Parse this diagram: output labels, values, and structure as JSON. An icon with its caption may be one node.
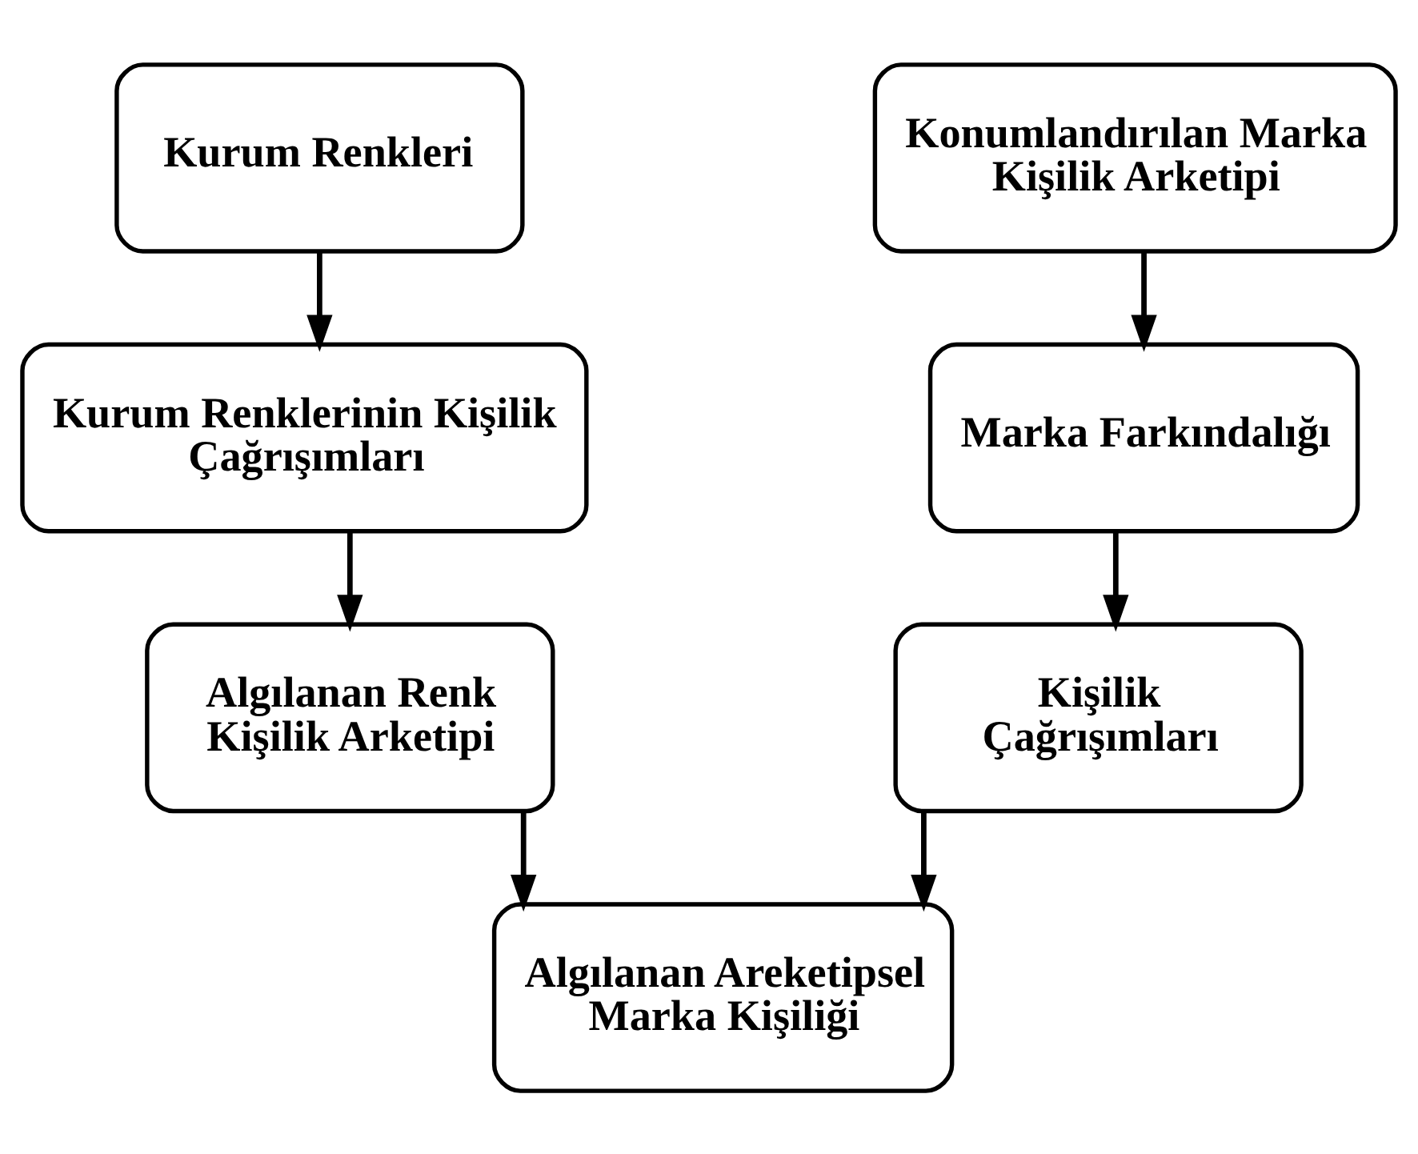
{
  "diagram": {
    "nodes": [
      {
        "text": [
          "Kurum Renkleri"
        ]
      },
      {
        "text": [
          "Konumlandırılan Marka Kişilik Arketipi"
        ]
      },
      {
        "text": [
          "Kurum Renklerinin Kişilik Çağrışımları"
        ]
      },
      {
        "text": [
          "Marka Farkındalığı"
        ]
      },
      {
        "text": [
          "Algılanan Renk Kişilik Arketipi"
        ]
      },
      {
        "text": [
          "Kişilik Çağrışımları"
        ]
      },
      {
        "text": [
          "Algılanan Areketipsel Marka Kişiliği"
        ]
      }
    ],
    "edges": [
      {
        "from": 0,
        "to": 2,
        "arrow": "to"
      },
      {
        "from": 2,
        "to": 4,
        "arrow": "to"
      },
      {
        "from": 1,
        "to": 3,
        "arrow": "to"
      },
      {
        "from": 3,
        "to": 5,
        "arrow": "to"
      },
      {
        "from": 4,
        "to": 6,
        "arrow": "to"
      },
      {
        "from": 5,
        "to": 6,
        "arrow": "to"
      }
    ]
  }
}
